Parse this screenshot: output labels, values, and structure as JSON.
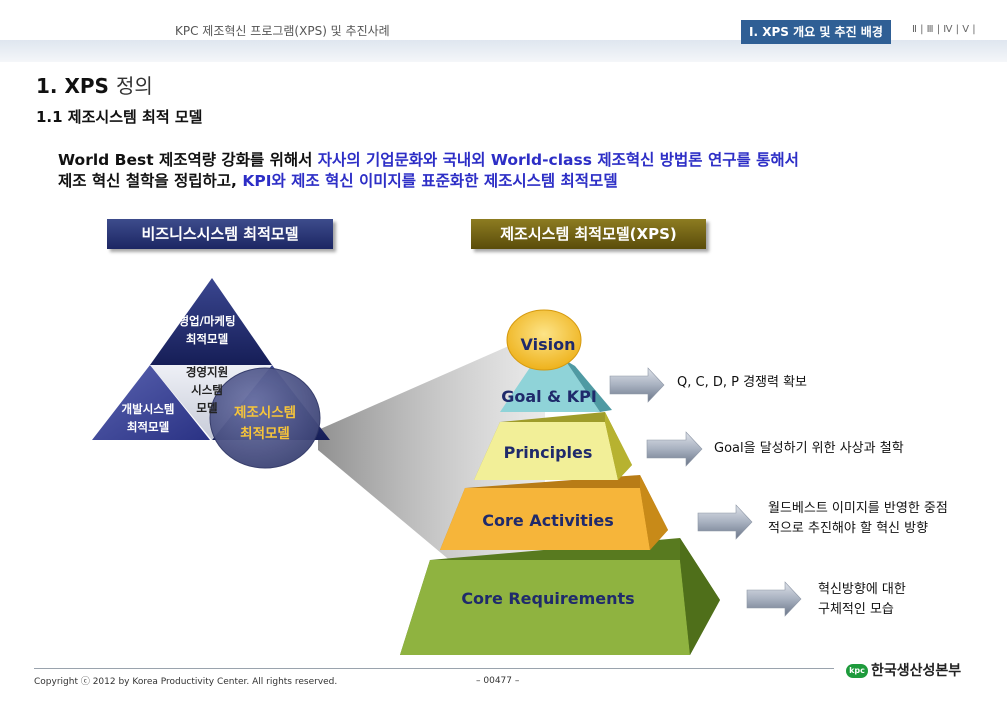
{
  "header": {
    "doc_title": "KPC 제조혁신 프로그램(XPS) 및 추진사례",
    "active_section": "Ⅰ. XPS 개요 및 추진 배경",
    "other_sections": "Ⅱ | Ⅲ | Ⅳ | Ⅴ |"
  },
  "heading": {
    "number": "1. XPS",
    "suffix": "정의"
  },
  "subheading": "1.1 제조시스템 최적 모델",
  "intro": {
    "part1": "World Best 제조역량 강화를 위해서 ",
    "part2": "자사의 기업문화와 국내외 World-class 제조혁신 방법론 연구를 통해서",
    "part3": "제조 혁신 철학을 정립하고, ",
    "part4": "KPI와 제조 혁신 이미지를 표준화한 제조시스템 최적모델"
  },
  "labels": {
    "business": "비즈니스시스템 최적모델",
    "xps": "제조시스템 최적모델(XPS)"
  },
  "triangle": {
    "top_l1": "영업/마케팅",
    "top_l2": "최적모델",
    "center_l1": "경영지원",
    "center_l2": "시스템",
    "center_l3": "모델",
    "left_l1": "개발시스템",
    "left_l2": "최적모델",
    "manu_l1": "제조시스템",
    "manu_l2": "최적모델"
  },
  "pyramid": {
    "vision": "Vision",
    "goal": "Goal & KPI",
    "principles": "Principles",
    "activities": "Core Activities",
    "requirements": "Core Requirements"
  },
  "descriptions": {
    "goal": "Q, C, D, P 경쟁력 확보",
    "principles": "Goal을 달성하기 위한 사상과 철학",
    "activities_l1": "월드베스트 이미지를 반영한 중점",
    "activities_l2": "적으로 추진해야 할 혁신 방향",
    "requirements_l1": "혁신방향에 대한",
    "requirements_l2": "구체적인 모습"
  },
  "footer": {
    "copyright": "Copyright ⓒ 2012 by Korea Productivity Center. All rights reserved.",
    "page": "– 00477 –",
    "logo_mark": "kpc",
    "logo_text": "한국생산성본부"
  },
  "colors": {
    "navy": "#1f2a6b",
    "gold_label": "#6f6014",
    "intro_highlight": "#2d2ec6",
    "vision": "#f3c530",
    "goal": "#8fd3d8",
    "principles": "#f2ef9a",
    "activities": "#f6b73c",
    "requirements": "#8eb33d"
  }
}
